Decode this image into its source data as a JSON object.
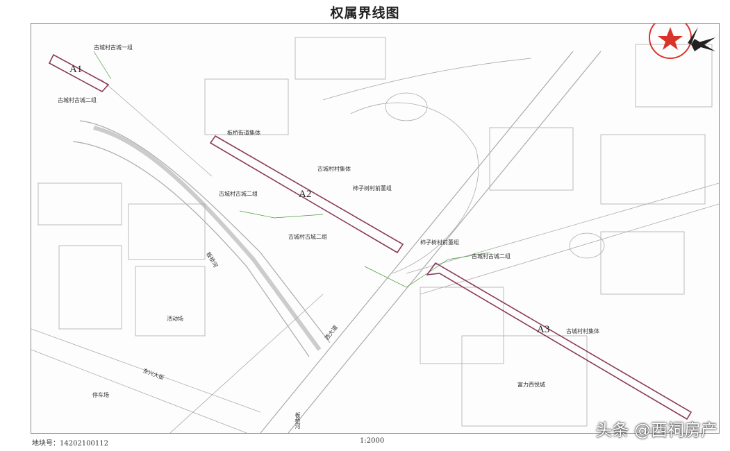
{
  "title": "权属界线图",
  "parcels": [
    {
      "id": "A1",
      "label": "A1"
    },
    {
      "id": "A2",
      "label": "A2"
    },
    {
      "id": "A3",
      "label": "A3"
    }
  ],
  "labels": {
    "group1": "古城村古城一组",
    "group2_a": "古城村古城二组",
    "group2_b": "古城村古城二组",
    "group2_c": "古城村古城二组",
    "group2_d": "古城村古城二组",
    "street_collective": "板桥街道集体",
    "village_collective_a": "古城村村集体",
    "village_collective_b": "古城村村集体",
    "shizishu_a": "柿子树村前董组",
    "shizishu_b": "柿子树村前董组",
    "river_a": "板桥河",
    "river_b": "板桥河",
    "road_west": "西大道",
    "road_dongxing": "东兴大街",
    "parking": "停车场",
    "estate": "富力西悦城",
    "activity": "活动场"
  },
  "footer": {
    "parcel_no": "地块号：14202100112",
    "scale": "1:2000"
  },
  "watermark": "头条 @西祠房产",
  "colors": {
    "boundary": "#8b3a5a",
    "seal": "#d9342b",
    "line": "#9a9a9a",
    "green": "#4a9a3a"
  }
}
